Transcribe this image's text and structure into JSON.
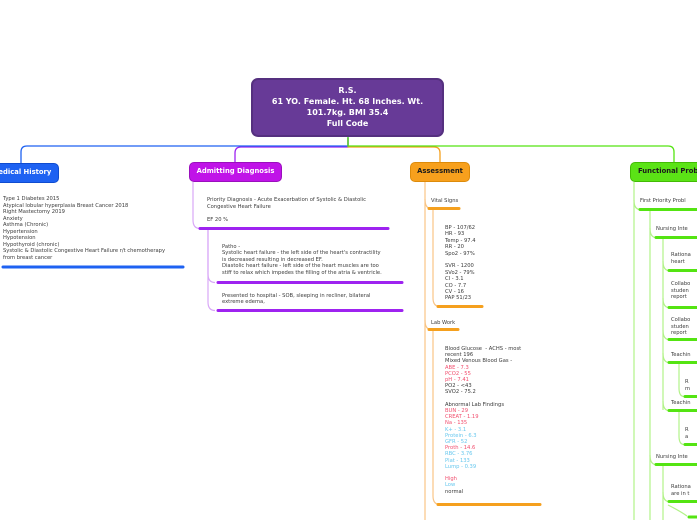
{
  "root": {
    "title": "R.S.",
    "line1": "61 YO. Female. Ht. 68 Inches. Wt.",
    "line2": "101.7kg. BMI 35.4",
    "line3": "Full Code"
  },
  "colors": {
    "root_purple": "#673a97",
    "medical_blue": "#1e62f2",
    "admitting_magenta": "#c013e8",
    "admitting_line_purple": "#9e23f0",
    "assessment_orange": "#f5a01e",
    "functional_green": "#54e412",
    "lab_high_pink": "#f14d6d",
    "lab_low_blue": "#66c7ee"
  },
  "branches": {
    "medical_history": {
      "label": "Medical History",
      "history_text": "Type 1 Diabetes 2015\nAtypical lobular hyperplasia Breast Cancer 2018\nRight Mastectomy 2019\nAnxiety\nAsthma (Chronic)\nHypertension\nHypotension\nHypothyroid (chronic)\nSystolic & Diastolic Congestive Heart Failure r/t chemotherapy\nfrom breast cancer"
    },
    "admitting_diagnosis": {
      "label": "Admitting Diagnosis",
      "priority_text": "Priority Diagnosis - Acute Exacerbation of Systolic & Diastolic\nCongestive Heart Failure\n\nEF 20 %",
      "patho_text": "Patho -\nSystolic heart failure - the left side of the heart's contractility\nis decreased resulting in decreased EF.\nDiastolic heart failure - left side of the heart muscles are too\nstiff to relax which impedes the filling of the atria & ventricle.",
      "presented_text": "Presented to hospital - SOB, sleeping in recliner, bilateral\nextreme edema,"
    },
    "assessment": {
      "label": "Assessment",
      "vital_signs_label": "Vital Signs",
      "vitals_text": "BP - 107/62\nHR - 93\nTemp - 97.4\nRR - 20\nSpo2 - 97%\n\nSVR - 1200\nSVo2 - 79%\nCI - 3.1\nCO - 7.7\nCV - 16\nPAP 51/23",
      "lab_work_label": "Lab Work",
      "lab_lines": [
        {
          "text": "Blood Glucose  - ACHS - most",
          "c": "normal"
        },
        {
          "text": "recent 196",
          "c": "normal"
        },
        {
          "text": "Mixed Venous Blood Gas -",
          "c": "normal"
        },
        {
          "text": "ABE - 7.3",
          "c": "high"
        },
        {
          "text": "PCO2 - 55",
          "c": "high"
        },
        {
          "text": "pH - 7.41",
          "c": "high"
        },
        {
          "text": "PO2 - <43",
          "c": "normal"
        },
        {
          "text": "SVO2 - 75.2",
          "c": "normal"
        },
        {
          "text": "",
          "c": "normal"
        },
        {
          "text": "Abnormal Lab Findings",
          "c": "normal"
        },
        {
          "text": "BUN - 29",
          "c": "high"
        },
        {
          "text": "CREAT - 1.19",
          "c": "high"
        },
        {
          "text": "Na - 135",
          "c": "high"
        },
        {
          "text": "K+ - 3.1",
          "c": "low"
        },
        {
          "text": "Protein - 6.3",
          "c": "low"
        },
        {
          "text": "GFR - 52",
          "c": "low"
        },
        {
          "text": "Proth - 14.6",
          "c": "high"
        },
        {
          "text": "RBC - 3.76",
          "c": "low"
        },
        {
          "text": "Plat - 133",
          "c": "low"
        },
        {
          "text": "Lump - 0.39",
          "c": "low"
        },
        {
          "text": "",
          "c": "normal"
        },
        {
          "text": "High",
          "c": "high"
        },
        {
          "text": "Low",
          "c": "low"
        },
        {
          "text": "normal",
          "c": "normal"
        }
      ]
    },
    "functional_problems": {
      "label": "Functional Prob",
      "first_priority_label": "First Priority Probl",
      "nursing_label_1": "Nursing Inte",
      "rationale_1": "Rationa\nheart",
      "collab_1": "Collabo\nstuden\nreport",
      "collab_2": "Collabo\nstuden\nreport",
      "teaching_1": "Teachin",
      "teaching_1_child": "R\nm",
      "teaching_2": "Teachin",
      "teaching_2_child": "R\na",
      "nursing_label_2": "Nursing Inte",
      "rationale_2": "Rationa\nare in t"
    }
  }
}
